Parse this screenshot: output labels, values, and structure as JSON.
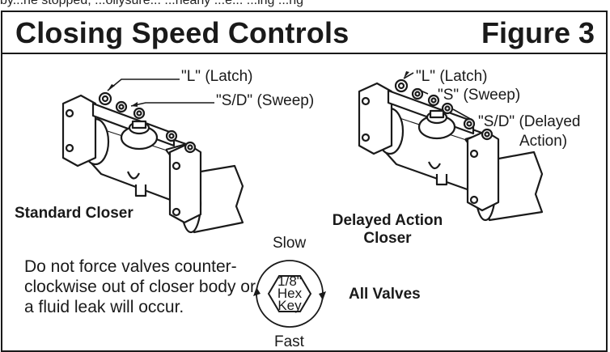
{
  "top_strip_text": "by...ne stopped, ...ollysure... ...nearly ...e... ...ing ...ng",
  "title": "Closing Speed Controls",
  "figure_label": "Figure 3",
  "standard": {
    "latch_label": "\"L\" (Latch)",
    "sweep_label": "\"S/D\" (Sweep)",
    "caption": "Standard Closer"
  },
  "delayed": {
    "latch_label": "\"L\" (Latch)",
    "sweep_label": "\"S\" (Sweep)",
    "delayed_label_line1": "\"S/D\" (Delayed",
    "delayed_label_line2": "Action)",
    "caption_line1": "Delayed Action",
    "caption_line2": "Closer"
  },
  "key": {
    "slow_label": "Slow",
    "fast_label": "Fast",
    "key_line1": "1/8\"",
    "key_line2": "Hex",
    "key_line3": "Key",
    "all_valves_label": "All Valves"
  },
  "warning_note": "Do not force valves counter-clockwise out of closer body or a fluid leak will occur."
}
